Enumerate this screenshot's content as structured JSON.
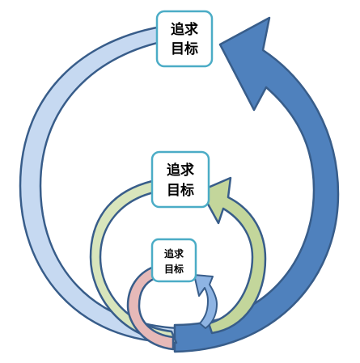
{
  "goals": {
    "large": {
      "line1": "追求",
      "line2": "目标"
    },
    "medium": {
      "line1": "追求",
      "line2": "目标"
    },
    "small": {
      "line1": "追求",
      "line2": "目标"
    }
  },
  "colors": {
    "large_light": "#c6d9f1",
    "large_dark": "#4f81bd",
    "medium_light": "#d8e5bc",
    "medium_dark": "#c3d69b",
    "small_light": "#e6b9b8",
    "small_dark": "#8eb4e3",
    "outline": "#385d8a",
    "box_border": "#4bacc6"
  }
}
